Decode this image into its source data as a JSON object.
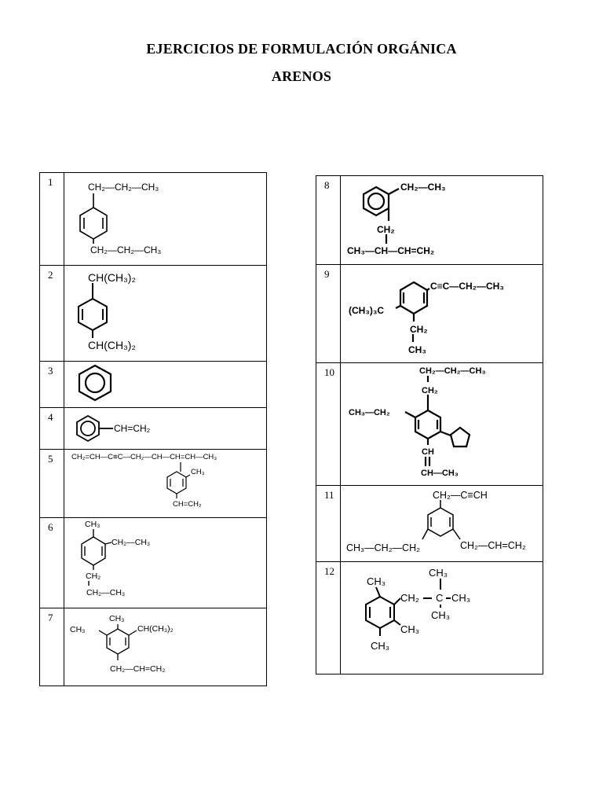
{
  "header": {
    "title": "EJERCICIOS DE FORMULACIÓN ORGÁNICA",
    "subtitle": "ARENOS"
  },
  "exercises": [
    {
      "number": "1",
      "labels": [
        "CH₂—CH₂—CH₃",
        "CH₂—CH₂—CH₃"
      ]
    },
    {
      "number": "2",
      "labels": [
        "CH(CH₃)₂",
        "CH(CH₃)₂"
      ]
    },
    {
      "number": "3",
      "labels": []
    },
    {
      "number": "4",
      "labels": [
        "CH=CH₂"
      ]
    },
    {
      "number": "5",
      "labels": [
        "CH₂=CH—C≡C—CH₂—CH—CH=CH—CH₃",
        "CH₃",
        "CH=CH₂"
      ]
    },
    {
      "number": "6",
      "labels": [
        "CH₃",
        "CH₂—CH₃",
        "CH₂",
        "CH₂—CH₃"
      ]
    },
    {
      "number": "7",
      "labels": [
        "CH₃",
        "CH₃",
        "CH(CH₃)₂",
        "CH₂—CH=CH₂"
      ]
    },
    {
      "number": "8",
      "labels": [
        "CH₂—CH₃",
        "CH₂",
        "CH₃—CH—CH=CH₂"
      ]
    },
    {
      "number": "9",
      "labels": [
        "C≡C—CH₂—CH₃",
        "(CH₃)₃C",
        "CH₂",
        "CH₃"
      ]
    },
    {
      "number": "10",
      "labels": [
        "CH₂—CH₂—CH₃",
        "CH₂",
        "CH₃—CH₂",
        "CH",
        "CH—CH₃"
      ]
    },
    {
      "number": "11",
      "labels": [
        "CH₂—C≡CH",
        "CH₃—CH₂—CH₂",
        "CH₂—CH=CH₂"
      ]
    },
    {
      "number": "12",
      "labels": [
        "CH₃",
        "CH₃",
        "CH₂",
        "C",
        "CH₃",
        "CH₃",
        "CH₃",
        "CH₃"
      ]
    }
  ]
}
